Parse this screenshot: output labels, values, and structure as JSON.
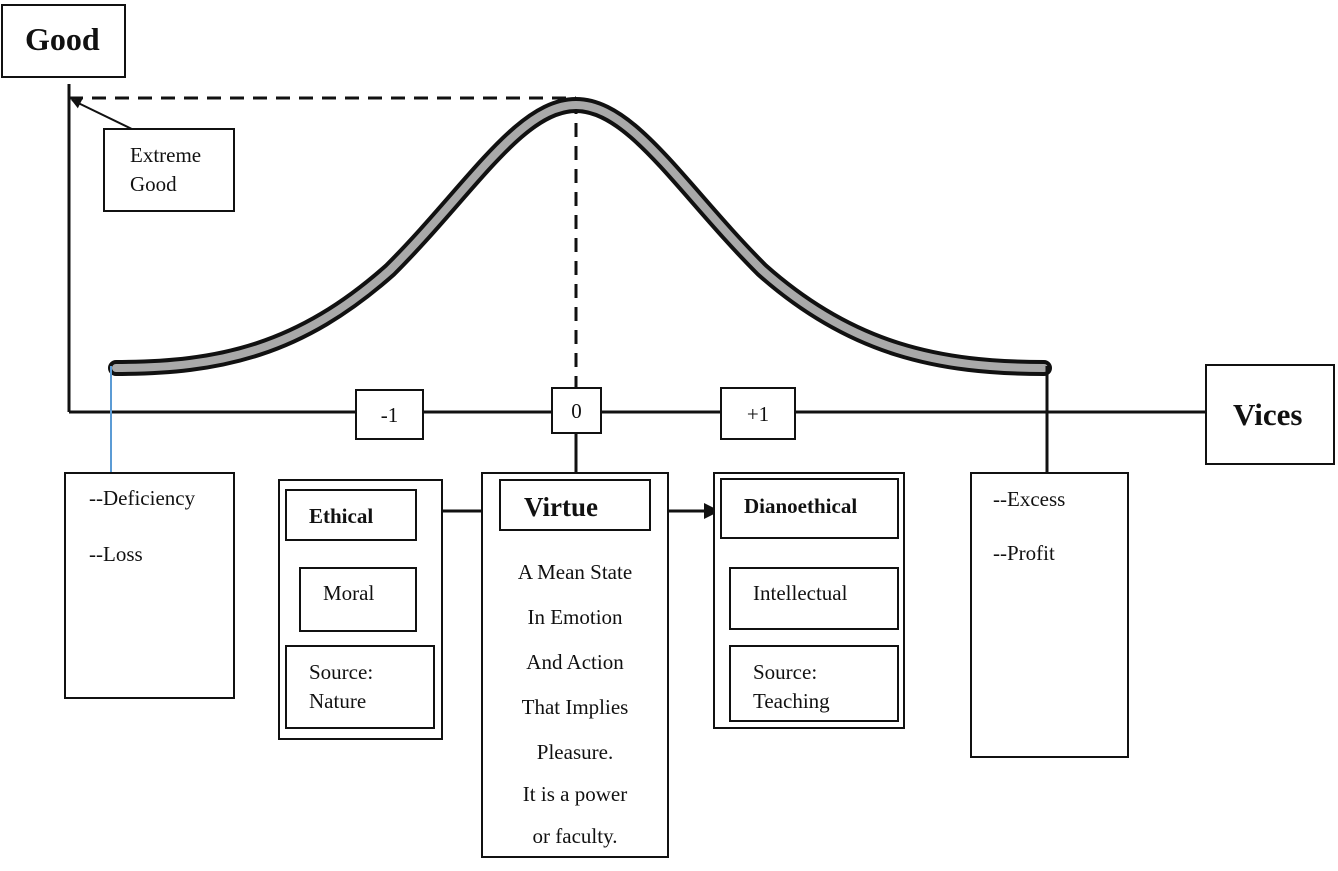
{
  "axis": {
    "y_label": "Good",
    "x_label": "Vices",
    "peak_label": [
      "Extreme",
      "Good"
    ],
    "ticks": [
      "-1",
      "0",
      "+1"
    ]
  },
  "left_box": {
    "lines": [
      "--Deficiency",
      "--Loss"
    ]
  },
  "right_box": {
    "lines": [
      "--Excess",
      "--Profit"
    ]
  },
  "ethical": {
    "title": "Ethical",
    "kind": "Moral",
    "source": [
      "Source:",
      "Nature"
    ]
  },
  "dianoethical": {
    "title": "Dianoethical",
    "kind": "Intellectual",
    "source": [
      "Source:",
      "Teaching"
    ]
  },
  "virtue": {
    "title": "Virtue",
    "lines": [
      "A Mean State",
      "In Emotion",
      "And Action",
      "That Implies",
      "Pleasure.",
      "It is a power",
      "or faculty."
    ]
  },
  "colors": {
    "curve_fill": "#a9a9a9",
    "stroke": "#111111",
    "connector": "#5b9bd5"
  }
}
